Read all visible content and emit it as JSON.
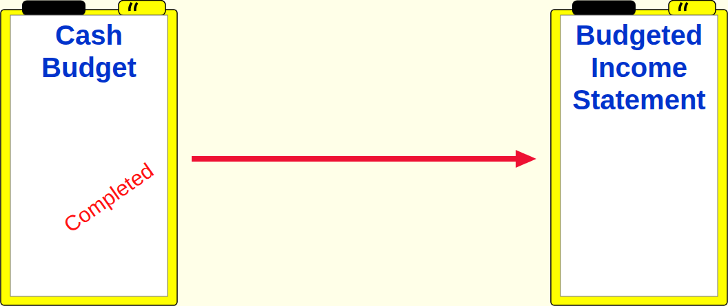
{
  "diagram": {
    "nodes": [
      {
        "text": [
          "Cash Budget",
          "Completed"
        ]
      },
      {
        "text": [
          "Budgeted Income Statement"
        ]
      }
    ],
    "edges": [
      {
        "from": 0,
        "to": 1,
        "arrow": "to"
      }
    ]
  }
}
